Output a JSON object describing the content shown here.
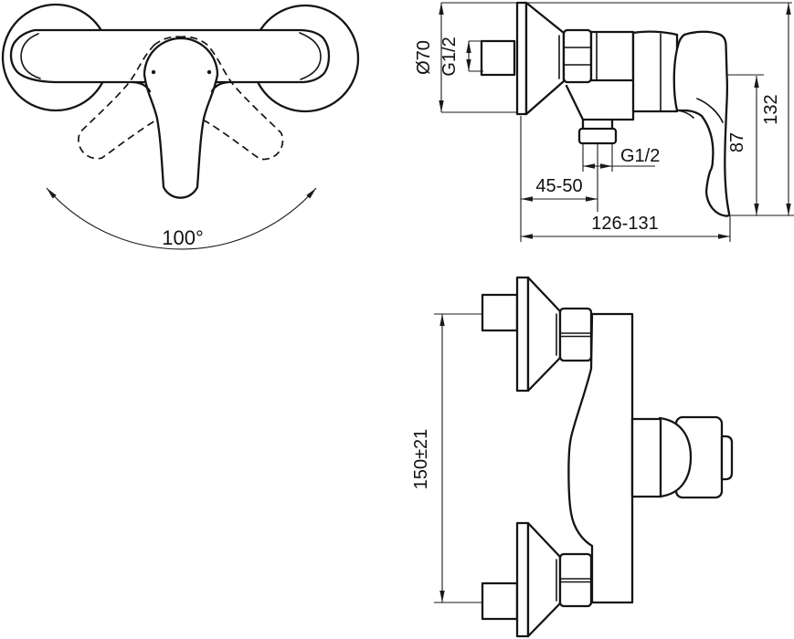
{
  "page": {
    "background": "#ffffff",
    "line_color": "#141414"
  },
  "drawing": {
    "views": {
      "front": {
        "handle_rotation_angle": "100°"
      },
      "side": {
        "dimensions": {
          "escutcheon_diameter": "Ø70",
          "inlet_thread": "G1/2",
          "outlet_thread": "G1/2",
          "wall_to_outlet": "45-50",
          "overall_depth": "126-131",
          "handle_drop": "87",
          "overall_height": "132"
        }
      },
      "plan": {
        "dimensions": {
          "pipe_spacing": "150±21"
        }
      }
    }
  }
}
